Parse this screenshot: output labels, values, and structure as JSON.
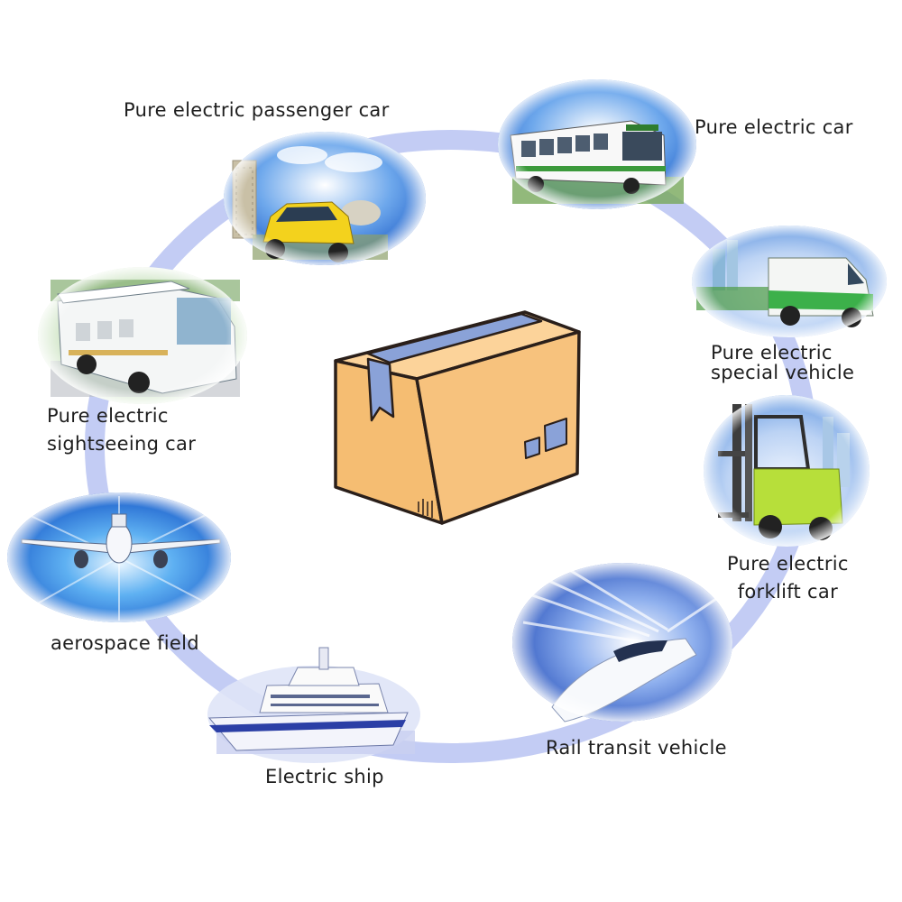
{
  "nodes": [
    {
      "id": "passenger-car",
      "icon": "compact-car-icon",
      "lines": [
        "Pure electric passenger car"
      ]
    },
    {
      "id": "electric-car",
      "icon": "bus-icon",
      "lines": [
        "Pure electric car"
      ]
    },
    {
      "id": "special-vehicle",
      "icon": "van-icon",
      "lines": [
        "Pure electric",
        "special vehicle"
      ]
    },
    {
      "id": "forklift",
      "icon": "forklift-icon",
      "lines": [
        "Pure electric",
        "forklift car"
      ]
    },
    {
      "id": "rail",
      "icon": "bullet-train-icon",
      "lines": [
        "Rail transit vehicle"
      ]
    },
    {
      "id": "ship",
      "icon": "ship-icon",
      "lines": [
        "Electric ship"
      ]
    },
    {
      "id": "aerospace",
      "icon": "airplane-icon",
      "lines": [
        "aerospace field"
      ]
    },
    {
      "id": "sightseeing",
      "icon": "sightseeing-cart-icon",
      "lines": [
        "Pure electric",
        "sightseeing car"
      ]
    }
  ],
  "center": {
    "icon": "cardboard-box-icon"
  },
  "colors": {
    "ring": "#b9c3f2",
    "box": "#f5bd72",
    "tape": "#8aa2d8",
    "outline": "#2a1f1a"
  }
}
